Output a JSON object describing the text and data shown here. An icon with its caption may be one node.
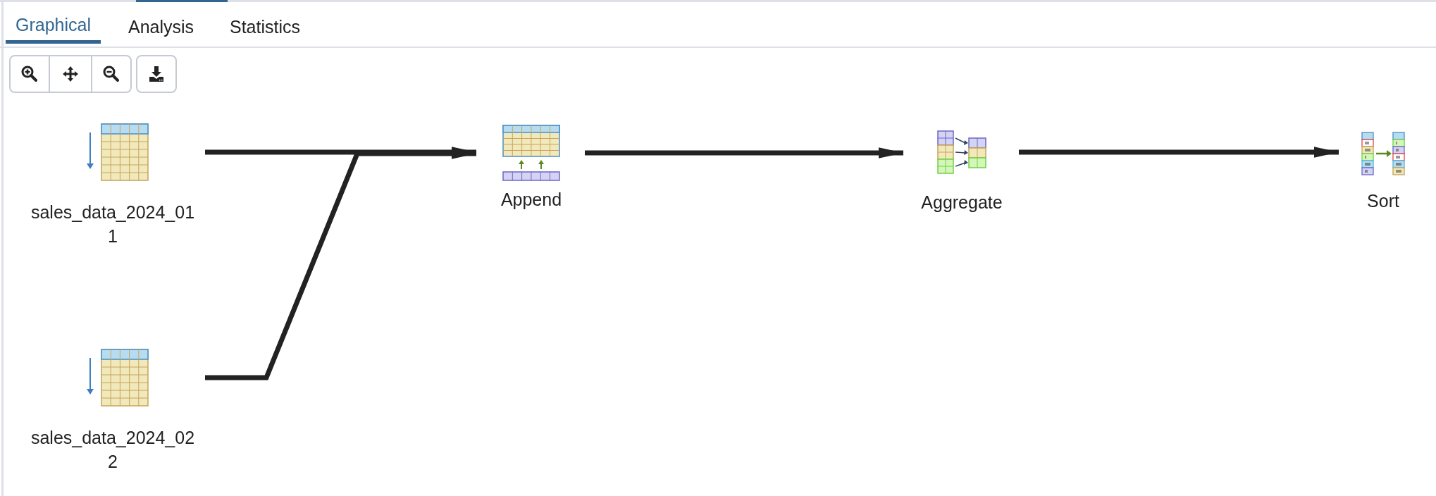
{
  "diagram": {
    "nodes": [
      {
        "text": [
          "sales_data_2024_011"
        ]
      },
      {
        "text": [
          "sales_data_2024_022"
        ]
      },
      {
        "text": [
          "Append"
        ]
      },
      {
        "text": [
          "Aggregate"
        ]
      },
      {
        "text": [
          "Sort"
        ]
      }
    ],
    "edges": [
      {
        "from": 0,
        "to": 2,
        "arrow": "to"
      },
      {
        "from": 1,
        "to": 2,
        "arrow": "to"
      },
      {
        "from": 2,
        "to": 3,
        "arrow": "to"
      },
      {
        "from": 3,
        "to": 4,
        "arrow": "to"
      }
    ],
    "labels": [
      "Graphical",
      "Analysis",
      "Statistics"
    ]
  }
}
